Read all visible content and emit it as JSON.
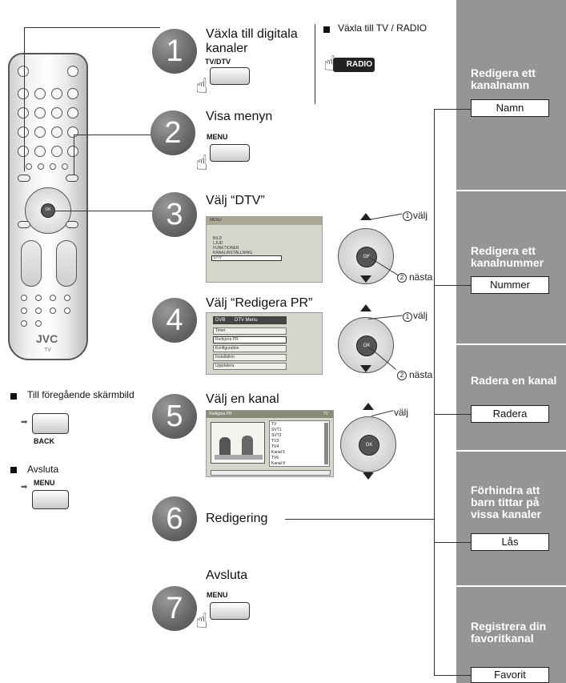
{
  "steps": [
    {
      "number": "1",
      "title": "Växla till digitala kanaler",
      "key_label": "TV/DTV"
    },
    {
      "number": "2",
      "title": "Visa menyn",
      "key_label": "MENU"
    },
    {
      "number": "3",
      "title": "Välj “DTV”"
    },
    {
      "number": "4",
      "title": "Välj “Redigera PR”"
    },
    {
      "number": "5",
      "title": "Välj en kanal"
    },
    {
      "number": "6",
      "title": "Redigering"
    },
    {
      "number": "7",
      "title": "Avsluta",
      "key_label": "MENU"
    }
  ],
  "radio_note": {
    "text": "Växla till TV / RADIO",
    "key_label": "RADIO"
  },
  "nav": {
    "select": "välj",
    "next": "nästa",
    "ok": "OK",
    "step1_num": "1",
    "step2_num": "2"
  },
  "screen3": {
    "header": "MENU",
    "items": [
      "BILD",
      "LJUD",
      "FUNKTIONER",
      "KANALINSTÄLLNING",
      "DTV"
    ]
  },
  "screen4": {
    "brand": "DVB",
    "title": "DTV Menu",
    "items": [
      "Timer",
      "Redigera PR",
      "Konfiguration",
      "Installation",
      "Uppdatera"
    ]
  },
  "screen5": {
    "header_left": "Redigera PR",
    "header_right": "TV",
    "list": [
      "TV",
      "SVT1",
      "SVT2",
      "TV3",
      "TV4",
      "Kanal 5",
      "TV6",
      "Kanal 9"
    ]
  },
  "sidebar": [
    {
      "title": "Redigera ett kanalnamn",
      "button": "Namn"
    },
    {
      "title": "Redigera ett kanalnummer",
      "button": "Nummer"
    },
    {
      "title": "Radera en kanal",
      "button": "Radera"
    },
    {
      "title": "Förhindra att barn tittar på vissa kanaler",
      "button": "Lås"
    },
    {
      "title": "Registrera din favoritkanal",
      "button": "Favorit"
    }
  ],
  "left_notes": [
    {
      "text": "Till föregående skärmbild",
      "key_label": "BACK"
    },
    {
      "text": "Avsluta",
      "key_label": "MENU"
    }
  ],
  "remote": {
    "brand": "JVC",
    "model": "TV",
    "ok": "OK"
  }
}
